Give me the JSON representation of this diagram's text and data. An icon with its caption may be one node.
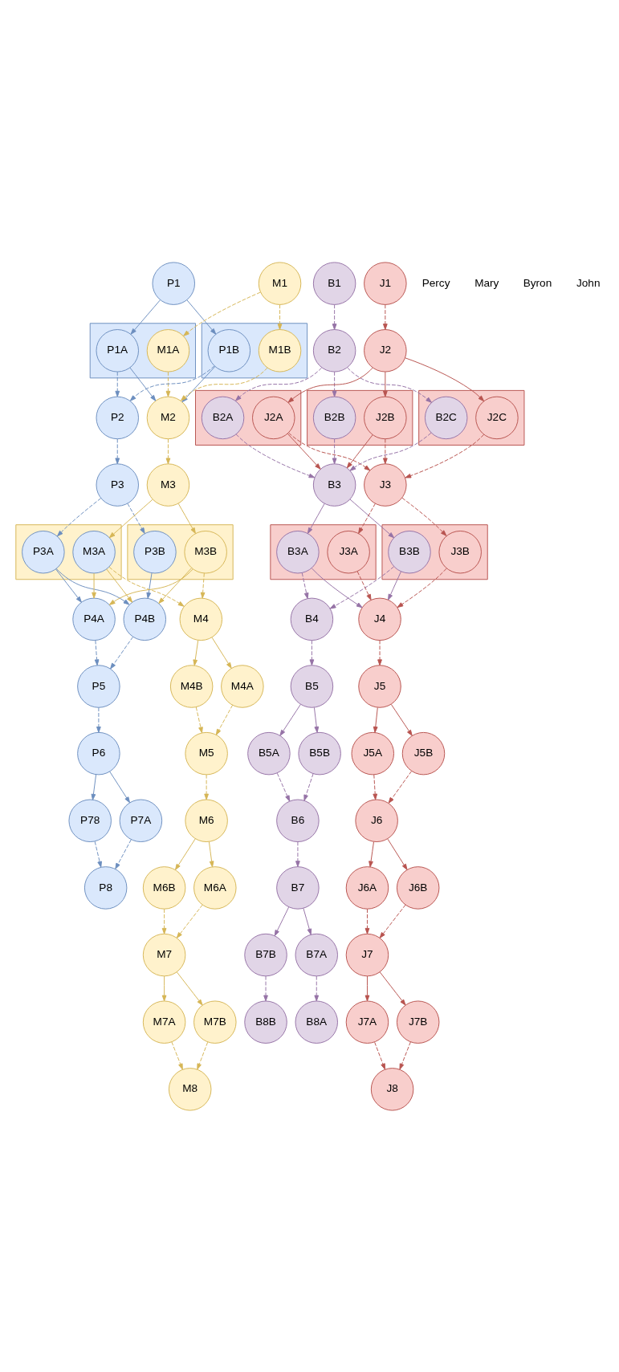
{
  "diagram": {
    "nodes": [
      {
        "text": [
          "P1"
        ]
      },
      {
        "text": [
          "M1"
        ]
      },
      {
        "text": [
          "B1"
        ]
      },
      {
        "text": [
          "J1"
        ]
      },
      {
        "text": [],
        "shape": "box"
      },
      {
        "text": [
          "P1A"
        ],
        "in": 4
      },
      {
        "text": [
          "M1A"
        ],
        "in": 4
      },
      {
        "text": [],
        "shape": "box"
      },
      {
        "text": [
          "P1B"
        ],
        "in": 7
      },
      {
        "text": [
          "M1B"
        ],
        "in": 7
      },
      {
        "text": [
          "B2"
        ]
      },
      {
        "text": [
          "J2"
        ]
      },
      {
        "text": [
          "P2"
        ]
      },
      {
        "text": [
          "M2"
        ]
      },
      {
        "text": [],
        "shape": "box"
      },
      {
        "text": [
          "B2A"
        ],
        "in": 14
      },
      {
        "text": [
          "J2A"
        ],
        "in": 14
      },
      {
        "text": [],
        "shape": "box"
      },
      {
        "text": [
          "B2B"
        ],
        "in": 17
      },
      {
        "text": [
          "J2B"
        ],
        "in": 17
      },
      {
        "text": [],
        "shape": "box"
      },
      {
        "text": [
          "J2C"
        ],
        "in": 20
      },
      {
        "text": [
          "B2C"
        ],
        "in": 20
      },
      {
        "text": [
          "B3"
        ]
      },
      {
        "text": [
          "J3"
        ]
      },
      {
        "text": [
          "P3"
        ]
      },
      {
        "text": [
          "M3"
        ]
      },
      {
        "text": [],
        "shape": "box"
      },
      {
        "text": [
          "B3A"
        ],
        "in": 27
      },
      {
        "text": [
          "J3A"
        ],
        "in": 27
      },
      {
        "text": [],
        "shape": "box"
      },
      {
        "text": [
          "B3B"
        ],
        "in": 30
      },
      {
        "text": [
          "J3B"
        ],
        "in": 30
      },
      {
        "text": [],
        "shape": "box"
      },
      {
        "text": [
          "P3A"
        ],
        "in": 33
      },
      {
        "text": [
          "M3A"
        ],
        "in": 33
      },
      {
        "text": [],
        "shape": "box"
      },
      {
        "text": [
          "P3B"
        ],
        "in": 36
      },
      {
        "text": [
          "M3B"
        ],
        "in": 36
      },
      {
        "text": [
          "B4"
        ]
      },
      {
        "text": [
          "J4"
        ]
      },
      {
        "text": [
          "M4"
        ]
      },
      {
        "text": [
          "B5"
        ]
      },
      {
        "text": [
          "P4A"
        ]
      },
      {
        "text": [
          "P4B"
        ]
      },
      {
        "text": [
          "M4A"
        ]
      },
      {
        "text": [
          "M4B"
        ]
      },
      {
        "text": [
          "B5A"
        ]
      },
      {
        "text": [
          "B5B"
        ]
      },
      {
        "text": [
          "J5"
        ]
      },
      {
        "text": [
          "P5"
        ]
      },
      {
        "text": [
          "M5"
        ]
      },
      {
        "text": [
          "B6"
        ]
      },
      {
        "text": [
          "J5A"
        ]
      },
      {
        "text": [
          "J5B"
        ]
      },
      {
        "text": [
          "M6"
        ]
      },
      {
        "text": [
          "J6"
        ]
      },
      {
        "text": [
          "P6"
        ]
      },
      {
        "text": [
          "M6A"
        ]
      },
      {
        "text": [
          "M6B"
        ]
      },
      {
        "text": [
          "B7"
        ]
      },
      {
        "text": [
          "J6A"
        ]
      },
      {
        "text": [
          "J6B"
        ]
      },
      {
        "text": [
          "M7"
        ]
      },
      {
        "text": [
          "J7"
        ]
      },
      {
        "text": [
          "P7A"
        ]
      },
      {
        "text": [
          "P78"
        ]
      },
      {
        "text": [
          "M7A"
        ]
      },
      {
        "text": [
          "M7B"
        ]
      },
      {
        "text": [
          "B7A"
        ]
      },
      {
        "text": [
          "B7B"
        ]
      },
      {
        "text": [
          "J7A"
        ]
      },
      {
        "text": [
          "J7B"
        ]
      },
      {
        "text": [
          "P8"
        ]
      },
      {
        "text": [
          "M8"
        ]
      },
      {
        "text": [
          "B8A"
        ]
      },
      {
        "text": [
          "B8B"
        ]
      },
      {
        "text": [
          "J8"
        ]
      }
    ],
    "edges": [
      {
        "from": 0,
        "to": 5,
        "arrow": "to",
        "color": "#6c8ebf"
      },
      {
        "from": 0,
        "to": 8,
        "arrow": "to",
        "color": "#6c8ebf"
      },
      {
        "from": 1,
        "to": 6,
        "arrow": "to",
        "style": "dashed",
        "color": "#d6b656"
      },
      {
        "from": 1,
        "to": 9,
        "arrow": "to",
        "style": "dashed",
        "color": "#d6b656"
      },
      {
        "from": 5,
        "to": 12,
        "arrow": "to",
        "style": "dashed",
        "color": "#6c8ebf"
      },
      {
        "from": 8,
        "to": 12,
        "arrow": "to",
        "style": "dashed",
        "color": "#6c8ebf"
      },
      {
        "from": 6,
        "to": 13,
        "arrow": "to",
        "style": "dashed",
        "color": "#d6b656"
      },
      {
        "from": 9,
        "to": 13,
        "arrow": "to",
        "style": "dashed",
        "color": "#d6b656"
      },
      {
        "from": 5,
        "to": 13,
        "arrow": "to",
        "color": "#6c8ebf"
      },
      {
        "from": 8,
        "to": 13,
        "arrow": "to",
        "color": "#6c8ebf"
      },
      {
        "from": 2,
        "to": 10,
        "arrow": "to",
        "style": "dashed",
        "color": "#9673a6"
      },
      {
        "from": 3,
        "to": 11,
        "arrow": "to",
        "style": "dashed",
        "color": "#b85450"
      },
      {
        "from": 11,
        "to": 16,
        "arrow": "to",
        "color": "#b85450"
      },
      {
        "from": 11,
        "to": 19,
        "arrow": "to",
        "color": "#b85450"
      },
      {
        "from": 11,
        "to": 21,
        "arrow": "to",
        "color": "#b85450"
      },
      {
        "from": 10,
        "to": 15,
        "arrow": "to",
        "style": "dashed",
        "color": "#9673a6"
      },
      {
        "from": 10,
        "to": 18,
        "arrow": "to",
        "style": "dashed",
        "color": "#9673a6"
      },
      {
        "from": 10,
        "to": 22,
        "arrow": "to",
        "style": "dashed",
        "color": "#9673a6"
      },
      {
        "from": 16,
        "to": 23,
        "arrow": "to",
        "color": "#b85450"
      },
      {
        "from": 19,
        "to": 23,
        "arrow": "to",
        "color": "#b85450"
      },
      {
        "from": 15,
        "to": 23,
        "arrow": "to",
        "style": "dashed",
        "color": "#9673a6"
      },
      {
        "from": 18,
        "to": 23,
        "arrow": "to",
        "style": "dashed",
        "color": "#9673a6"
      },
      {
        "from": 22,
        "to": 23,
        "arrow": "to",
        "style": "dashed",
        "color": "#9673a6"
      },
      {
        "from": 16,
        "to": 24,
        "arrow": "to",
        "style": "dashed",
        "color": "#b85450"
      },
      {
        "from": 19,
        "to": 24,
        "arrow": "to",
        "style": "dashed",
        "color": "#b85450"
      },
      {
        "from": 21,
        "to": 24,
        "arrow": "to",
        "style": "dashed",
        "color": "#b85450"
      },
      {
        "from": 12,
        "to": 25,
        "arrow": "to",
        "style": "dashed",
        "color": "#6c8ebf"
      },
      {
        "from": 13,
        "to": 26,
        "arrow": "to",
        "style": "dashed",
        "color": "#d6b656"
      },
      {
        "from": 23,
        "to": 28,
        "arrow": "to",
        "color": "#9673a6"
      },
      {
        "from": 23,
        "to": 31,
        "arrow": "to",
        "color": "#9673a6"
      },
      {
        "from": 24,
        "to": 29,
        "arrow": "to",
        "style": "dashed",
        "color": "#b85450"
      },
      {
        "from": 24,
        "to": 32,
        "arrow": "to",
        "style": "dashed",
        "color": "#b85450"
      },
      {
        "from": 25,
        "to": 34,
        "arrow": "to",
        "style": "dashed",
        "color": "#6c8ebf"
      },
      {
        "from": 25,
        "to": 37,
        "arrow": "to",
        "style": "dashed",
        "color": "#6c8ebf"
      },
      {
        "from": 26,
        "to": 35,
        "arrow": "to",
        "color": "#d6b656"
      },
      {
        "from": 26,
        "to": 38,
        "arrow": "to",
        "color": "#d6b656"
      },
      {
        "from": 28,
        "to": 39,
        "arrow": "to",
        "style": "dashed",
        "color": "#9673a6"
      },
      {
        "from": 31,
        "to": 39,
        "arrow": "to",
        "style": "dashed",
        "color": "#9673a6"
      },
      {
        "from": 28,
        "to": 40,
        "arrow": "to",
        "color": "#9673a6"
      },
      {
        "from": 31,
        "to": 40,
        "arrow": "to",
        "color": "#9673a6"
      },
      {
        "from": 29,
        "to": 40,
        "arrow": "to",
        "style": "dashed",
        "color": "#b85450"
      },
      {
        "from": 32,
        "to": 40,
        "arrow": "to",
        "style": "dashed",
        "color": "#b85450"
      },
      {
        "from": 35,
        "to": 41,
        "arrow": "to",
        "style": "dashed",
        "color": "#d6b656"
      },
      {
        "from": 38,
        "to": 41,
        "arrow": "to",
        "style": "dashed",
        "color": "#d6b656"
      },
      {
        "from": 34,
        "to": 43,
        "arrow": "to",
        "color": "#6c8ebf"
      },
      {
        "from": 34,
        "to": 44,
        "arrow": "to",
        "color": "#6c8ebf"
      },
      {
        "from": 37,
        "to": 44,
        "arrow": "to",
        "color": "#6c8ebf"
      },
      {
        "from": 35,
        "to": 43,
        "arrow": "to",
        "color": "#d6b656"
      },
      {
        "from": 35,
        "to": 44,
        "arrow": "to",
        "color": "#d6b656"
      },
      {
        "from": 38,
        "to": 43,
        "arrow": "to",
        "color": "#d6b656"
      },
      {
        "from": 38,
        "to": 44,
        "arrow": "to",
        "color": "#d6b656"
      },
      {
        "from": 39,
        "to": 42,
        "arrow": "to",
        "style": "dashed",
        "color": "#9673a6"
      },
      {
        "from": 40,
        "to": 49,
        "arrow": "to",
        "style": "dashed",
        "color": "#b85450"
      },
      {
        "from": 41,
        "to": 45,
        "arrow": "to",
        "color": "#d6b656"
      },
      {
        "from": 41,
        "to": 46,
        "arrow": "to",
        "color": "#d6b656"
      },
      {
        "from": 42,
        "to": 47,
        "arrow": "to",
        "color": "#9673a6"
      },
      {
        "from": 42,
        "to": 48,
        "arrow": "to",
        "color": "#9673a6"
      },
      {
        "from": 43,
        "to": 50,
        "arrow": "to",
        "style": "dashed",
        "color": "#6c8ebf"
      },
      {
        "from": 44,
        "to": 50,
        "arrow": "to",
        "style": "dashed",
        "color": "#6c8ebf"
      },
      {
        "from": 45,
        "to": 51,
        "arrow": "to",
        "style": "dashed",
        "color": "#d6b656"
      },
      {
        "from": 46,
        "to": 51,
        "arrow": "to",
        "style": "dashed",
        "color": "#d6b656"
      },
      {
        "from": 47,
        "to": 52,
        "arrow": "to",
        "style": "dashed",
        "color": "#9673a6"
      },
      {
        "from": 48,
        "to": 52,
        "arrow": "to",
        "style": "dashed",
        "color": "#9673a6"
      },
      {
        "from": 49,
        "to": 53,
        "arrow": "to",
        "color": "#b85450"
      },
      {
        "from": 49,
        "to": 54,
        "arrow": "to",
        "color": "#b85450"
      },
      {
        "from": 50,
        "to": 57,
        "arrow": "to",
        "style": "dashed",
        "color": "#6c8ebf"
      },
      {
        "from": 51,
        "to": 55,
        "arrow": "to",
        "style": "dashed",
        "color": "#d6b656"
      },
      {
        "from": 52,
        "to": 60,
        "arrow": "to",
        "style": "dashed",
        "color": "#9673a6"
      },
      {
        "from": 53,
        "to": 56,
        "arrow": "to",
        "style": "dashed",
        "color": "#b85450"
      },
      {
        "from": 54,
        "to": 56,
        "arrow": "to",
        "style": "dashed",
        "color": "#b85450"
      },
      {
        "from": 55,
        "to": 58,
        "arrow": "to",
        "color": "#d6b656"
      },
      {
        "from": 55,
        "to": 59,
        "arrow": "to",
        "color": "#d6b656"
      },
      {
        "from": 56,
        "to": 61,
        "arrow": "to",
        "color": "#b85450"
      },
      {
        "from": 56,
        "to": 62,
        "arrow": "to",
        "color": "#b85450"
      },
      {
        "from": 58,
        "to": 63,
        "arrow": "to",
        "style": "dashed",
        "color": "#d6b656"
      },
      {
        "from": 59,
        "to": 63,
        "arrow": "to",
        "style": "dashed",
        "color": "#d6b656"
      },
      {
        "from": 61,
        "to": 64,
        "arrow": "to",
        "style": "dashed",
        "color": "#b85450"
      },
      {
        "from": 62,
        "to": 64,
        "arrow": "to",
        "style": "dashed",
        "color": "#b85450"
      },
      {
        "from": 57,
        "to": 65,
        "arrow": "to",
        "color": "#6c8ebf"
      },
      {
        "from": 57,
        "to": 66,
        "arrow": "to",
        "color": "#6c8ebf"
      },
      {
        "from": 63,
        "to": 67,
        "arrow": "to",
        "color": "#d6b656"
      },
      {
        "from": 63,
        "to": 68,
        "arrow": "to",
        "color": "#d6b656"
      },
      {
        "from": 60,
        "to": 69,
        "arrow": "to",
        "color": "#9673a6"
      },
      {
        "from": 60,
        "to": 70,
        "arrow": "to",
        "color": "#9673a6"
      },
      {
        "from": 64,
        "to": 71,
        "arrow": "to",
        "color": "#b85450"
      },
      {
        "from": 64,
        "to": 72,
        "arrow": "to",
        "color": "#b85450"
      },
      {
        "from": 65,
        "to": 73,
        "arrow": "to",
        "style": "dashed",
        "color": "#6c8ebf"
      },
      {
        "from": 66,
        "to": 73,
        "arrow": "to",
        "style": "dashed",
        "color": "#6c8ebf"
      },
      {
        "from": 67,
        "to": 74,
        "arrow": "to",
        "style": "dashed",
        "color": "#d6b656"
      },
      {
        "from": 68,
        "to": 74,
        "arrow": "to",
        "style": "dashed",
        "color": "#d6b656"
      },
      {
        "from": 69,
        "to": 75,
        "arrow": "to",
        "style": "dashed",
        "color": "#9673a6"
      },
      {
        "from": 70,
        "to": 76,
        "arrow": "to",
        "style": "dashed",
        "color": "#9673a6"
      },
      {
        "from": 71,
        "to": 77,
        "arrow": "to",
        "style": "dashed",
        "color": "#b85450"
      },
      {
        "from": 72,
        "to": 77,
        "arrow": "to",
        "style": "dashed",
        "color": "#b85450"
      }
    ],
    "labels": [
      "Percy",
      "Mary",
      "Byron",
      "John"
    ]
  }
}
